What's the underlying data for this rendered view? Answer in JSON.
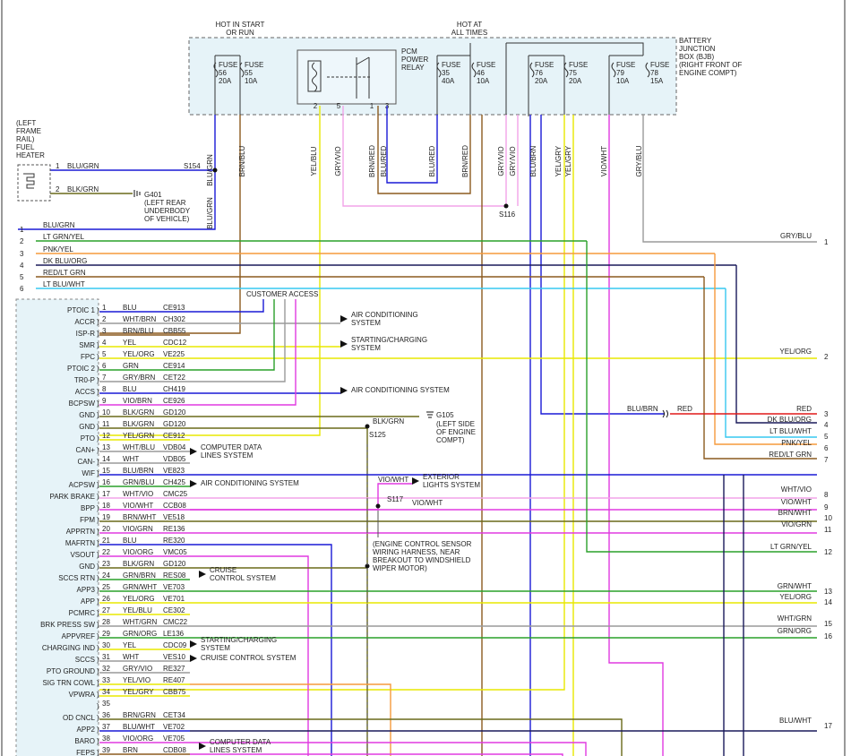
{
  "header": {
    "hot_start_1": "HOT IN START",
    "hot_start_2": "OR RUN",
    "hot_at_1": "HOT AT",
    "hot_at_2": "ALL TIMES",
    "bjb_lines": [
      "BATTERY",
      "JUNCTION",
      "BOX (BJB)",
      "(RIGHT FRONT OF",
      "ENGINE COMPT)"
    ],
    "relay_lines": [
      "PCM",
      "POWER",
      "RELAY"
    ]
  },
  "fuses": [
    {
      "word": "FUSE",
      "num": "56",
      "amp": "20A"
    },
    {
      "word": "FUSE",
      "num": "55",
      "amp": "10A"
    },
    {
      "word": "FUSE",
      "num": "35",
      "amp": "40A"
    },
    {
      "word": "FUSE",
      "num": "46",
      "amp": "10A"
    },
    {
      "word": "FUSE",
      "num": "76",
      "amp": "20A"
    },
    {
      "word": "FUSE",
      "num": "75",
      "amp": "20A"
    },
    {
      "word": "FUSE",
      "num": "79",
      "amp": "10A"
    },
    {
      "word": "FUSE",
      "num": "78",
      "amp": "15A"
    }
  ],
  "relay_pins": [
    "2",
    "5",
    "1",
    "3"
  ],
  "vertical_labels": [
    "BLU/GRN",
    "BRN/BLU",
    "YEL/BLU",
    "GRY/VIO",
    "BRN/RED",
    "BLU/RED",
    "BLU/RED",
    "BRN/RED",
    "GRY/VIO",
    "GRY/VIO",
    "BLU/BRN",
    "YEL/GRY",
    "YEL/GRY",
    "VIO/WHT",
    "GRY/BLU",
    "BLU/GRN"
  ],
  "fuel_heater": {
    "label_lines": [
      "(LEFT",
      "FRAME",
      "RAIL)",
      "FUEL",
      "HEATER"
    ],
    "pin1": "1",
    "wire1": "BLU/GRN",
    "pin2": "2",
    "wire2": "BLK/GRN",
    "splice": "S154",
    "ground": "G401",
    "ground_desc": [
      "(LEFT REAR",
      "UNDERBODY",
      "OF VEHICLE)"
    ]
  },
  "splices": {
    "s116": "S116",
    "s125": "S125",
    "s117": "S117"
  },
  "left_connector": [
    {
      "pin": "1",
      "color": "BLU/GRN"
    },
    {
      "pin": "2",
      "color": "LT GRN/YEL"
    },
    {
      "pin": "3",
      "color": "PNK/YEL"
    },
    {
      "pin": "4",
      "color": "DK BLU/ORG"
    },
    {
      "pin": "5",
      "color": "RED/LT GRN"
    },
    {
      "pin": "6",
      "color": "LT BLU/WHT"
    }
  ],
  "top_right_out": {
    "label": "GRY/BLU",
    "pin": "1"
  },
  "customer_access": "CUSTOMER ACCESS",
  "pcm_rows": [
    {
      "name": "PTOIC 1",
      "pin": "1",
      "color": "BLU",
      "circuit": "CE913"
    },
    {
      "name": "ACCR",
      "pin": "2",
      "color": "WHT/BRN",
      "circuit": "CH302"
    },
    {
      "name": "ISP-R",
      "pin": "3",
      "color": "BRN/BLU",
      "circuit": "CBB55"
    },
    {
      "name": "SMR",
      "pin": "4",
      "color": "YEL",
      "circuit": "CDC12"
    },
    {
      "name": "FPC",
      "pin": "5",
      "color": "YEL/ORG",
      "circuit": "VE225"
    },
    {
      "name": "PTOIC 2",
      "pin": "6",
      "color": "GRN",
      "circuit": "CE914"
    },
    {
      "name": "TR0-P",
      "pin": "7",
      "color": "GRY/BRN",
      "circuit": "CET22"
    },
    {
      "name": "ACCS",
      "pin": "8",
      "color": "BLU",
      "circuit": "CH419"
    },
    {
      "name": "BCPSW",
      "pin": "9",
      "color": "VIO/BRN",
      "circuit": "CE926"
    },
    {
      "name": "GND",
      "pin": "10",
      "color": "BLK/GRN",
      "circuit": "GD120"
    },
    {
      "name": "GND",
      "pin": "11",
      "color": "BLK/GRN",
      "circuit": "GD120"
    },
    {
      "name": "PTO",
      "pin": "12",
      "color": "YEL/GRN",
      "circuit": "CE912"
    },
    {
      "name": "CAN+",
      "pin": "13",
      "color": "WHT/BLU",
      "circuit": "VDB04"
    },
    {
      "name": "CAN-",
      "pin": "14",
      "color": "WHT",
      "circuit": "VDB05"
    },
    {
      "name": "WIF",
      "pin": "15",
      "color": "BLU/BRN",
      "circuit": "VE823"
    },
    {
      "name": "ACPSW",
      "pin": "16",
      "color": "GRN/BLU",
      "circuit": "CH425"
    },
    {
      "name": "PARK BRAKE",
      "pin": "17",
      "color": "WHT/VIO",
      "circuit": "CMC25"
    },
    {
      "name": "BPP",
      "pin": "18",
      "color": "VIO/WHT",
      "circuit": "CCB08"
    },
    {
      "name": "FPM",
      "pin": "19",
      "color": "BRN/WHT",
      "circuit": "VE518"
    },
    {
      "name": "APPRTN",
      "pin": "20",
      "color": "VIO/GRN",
      "circuit": "RE136"
    },
    {
      "name": "MAFRTN",
      "pin": "21",
      "color": "BLU",
      "circuit": "RE320"
    },
    {
      "name": "VSOUT",
      "pin": "22",
      "color": "VIO/ORG",
      "circuit": "VMC05"
    },
    {
      "name": "GND",
      "pin": "23",
      "color": "BLK/GRN",
      "circuit": "GD120"
    },
    {
      "name": "SCCS RTN",
      "pin": "24",
      "color": "GRN/BRN",
      "circuit": "RES08"
    },
    {
      "name": "APP3",
      "pin": "25",
      "color": "GRN/WHT",
      "circuit": "VE703"
    },
    {
      "name": "APP",
      "pin": "26",
      "color": "YEL/ORG",
      "circuit": "VE701"
    },
    {
      "name": "PCMRC",
      "pin": "27",
      "color": "YEL/BLU",
      "circuit": "CE302"
    },
    {
      "name": "BRK PRESS SW",
      "pin": "28",
      "color": "WHT/GRN",
      "circuit": "CMC22"
    },
    {
      "name": "APPVREF",
      "pin": "29",
      "color": "GRN/ORG",
      "circuit": "LE136"
    },
    {
      "name": "CHARGING IND",
      "pin": "30",
      "color": "YEL",
      "circuit": "CDC09"
    },
    {
      "name": "SCCS",
      "pin": "31",
      "color": "WHT",
      "circuit": "VES10"
    },
    {
      "name": "PTO GROUND",
      "pin": "32",
      "color": "GRY/VIO",
      "circuit": "RE327"
    },
    {
      "name": "SIG TRN COWL",
      "pin": "33",
      "color": "YEL/VIO",
      "circuit": "RE407"
    },
    {
      "name": "VPWRA",
      "pin": "34",
      "color": "YEL/GRY",
      "circuit": "CBB75"
    },
    {
      "name": "",
      "pin": "35",
      "color": "",
      "circuit": ""
    },
    {
      "name": "OD CNCL",
      "pin": "36",
      "color": "BRN/GRN",
      "circuit": "CET34"
    },
    {
      "name": "APP2",
      "pin": "37",
      "color": "BLU/WHT",
      "circuit": "VE702"
    },
    {
      "name": "BARO",
      "pin": "38",
      "color": "VIO/ORG",
      "circuit": "VE705"
    },
    {
      "name": "FEPS",
      "pin": "39",
      "color": "BRN",
      "circuit": "CDB08"
    }
  ],
  "arrow_labels": [
    [
      "AIR CONDITIONING",
      "SYSTEM"
    ],
    [
      "STARTING/CHARGING",
      "SYSTEM"
    ],
    [
      "AIR CONDITIONING SYSTEM"
    ],
    [
      "COMPUTER DATA",
      "LINES SYSTEM"
    ],
    [
      "AIR CONDITIONING SYSTEM"
    ],
    [
      "EXTERIOR",
      "LIGHTS SYSTEM"
    ],
    [
      "CRUISE",
      "CONTROL SYSTEM"
    ],
    [
      "STARTING/CHARGING",
      "SYSTEM"
    ],
    [
      "CRUISE CONTROL SYSTEM"
    ],
    [
      "COMPUTER DATA",
      "LINES SYSTEM"
    ]
  ],
  "ground_g105": {
    "wire": "BLK/GRN",
    "id": "G105",
    "desc": [
      "(LEFT SIDE",
      "OF ENGINE",
      "COMPT)"
    ]
  },
  "mid_labels": {
    "vio_wht_1": "VIO/WHT",
    "vio_wht_2": "VIO/WHT"
  },
  "harness_note": [
    "(ENGINE CONTROL SENSOR",
    "WIRING HARNESS, NEAR",
    "BREAKOUT TO WINDSHIELD",
    "WIPER MOTOR)"
  ],
  "inline_connector": {
    "left": "BLU/BRN",
    "right": "RED"
  },
  "right_rows": [
    {
      "label": "YEL/ORG",
      "pin": "2"
    },
    {
      "label": "RED",
      "pin": "3"
    },
    {
      "label": "DK BLU/ORG",
      "pin": "4"
    },
    {
      "label": "LT BLU/WHT",
      "pin": "5"
    },
    {
      "label": "PNK/YEL",
      "pin": "6"
    },
    {
      "label": "RED/LT GRN",
      "pin": "7"
    },
    {
      "label": "WHT/VIO",
      "pin": "8"
    },
    {
      "label": "VIO/WHT",
      "pin": "9"
    },
    {
      "label": "BRN/WHT",
      "pin": "10"
    },
    {
      "label": "VIO/GRN",
      "pin": "11"
    },
    {
      "label": "LT GRN/YEL",
      "pin": "12"
    },
    {
      "label": "GRN/WHT",
      "pin": "13"
    },
    {
      "label": "YEL/ORG",
      "pin": "14"
    },
    {
      "label": "WHT/GRN",
      "pin": "15"
    },
    {
      "label": "GRN/ORG",
      "pin": "16"
    },
    {
      "label": "BLU/WHT",
      "pin": "17"
    }
  ],
  "colors": {
    "blue": "#1a1ad6",
    "brown": "#8b5a1e",
    "yellow": "#e8e800",
    "green": "#2aa02a",
    "violet": "#e03ae0",
    "pink": "#f2a4e8",
    "orange": "#f59a3c",
    "red": "#e01818",
    "ltblue": "#37c8f0",
    "navy": "#1a1a5a",
    "olive": "#6a6a1a",
    "gray": "#9a9a9a",
    "box_fill": "#e6f3f8"
  }
}
